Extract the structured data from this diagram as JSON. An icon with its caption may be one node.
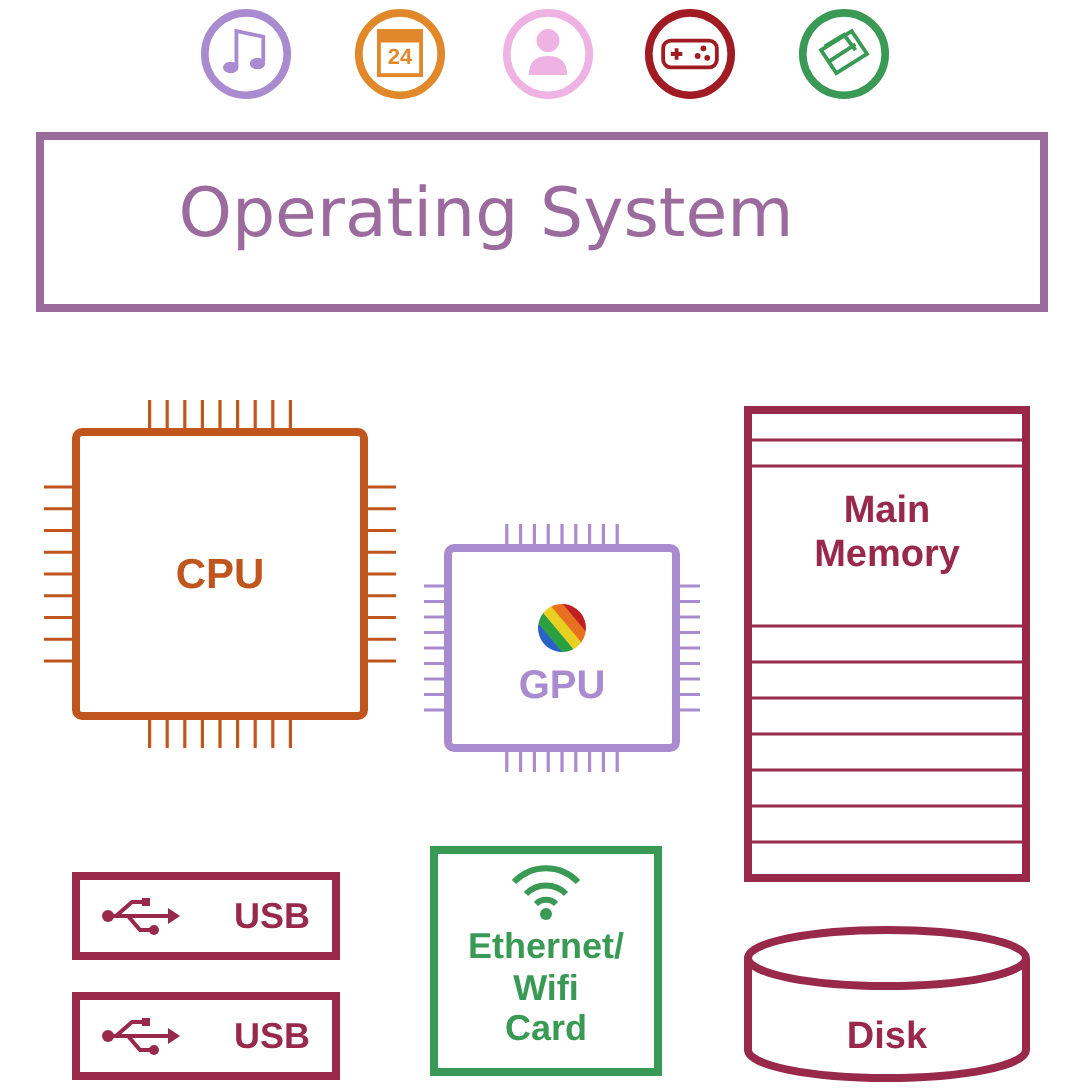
{
  "diagram": {
    "nodes": [
      {
        "text": [
          "Operating System"
        ]
      },
      {
        "text": [
          "CPU"
        ]
      },
      {
        "text": [
          "GPU"
        ]
      },
      {
        "text": [
          "Main Memory"
        ]
      },
      {
        "text": [
          "USB"
        ]
      },
      {
        "text": [
          "USB"
        ]
      },
      {
        "text": [
          "Ethernet/ Wifi Card"
        ]
      },
      {
        "text": [
          "Disk"
        ]
      }
    ],
    "labels": [
      "24"
    ]
  }
}
